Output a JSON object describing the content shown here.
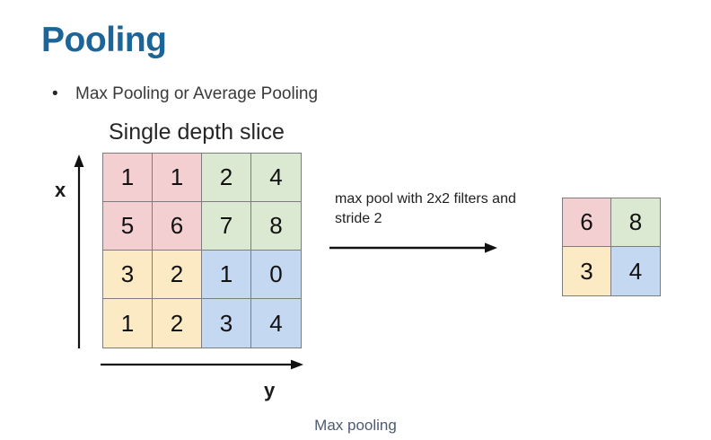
{
  "slide": {
    "title": "Pooling",
    "title_color": "#1b6598",
    "background": "#ffffff",
    "caption": "Max pooling",
    "caption_color": "#4d5b70"
  },
  "bullets": [
    {
      "marker": "•",
      "text": "Max Pooling or Average Pooling"
    }
  ],
  "figure": {
    "heading": "Single depth slice",
    "axis_x_label": "x",
    "axis_y_label": "y",
    "transform_text": "max pool with 2x2 filters and stride 2",
    "arrow_icon": "right-arrow-icon",
    "x_arrow_icon": "up-arrow-icon",
    "y_arrow_icon": "right-arrow-icon"
  },
  "palette": {
    "pink": "#f3cfd2",
    "green": "#dce9d2",
    "yellow": "#fbeac4",
    "blue": "#c5d8f1",
    "border": "#7d7d7d",
    "text": "#111111"
  },
  "chart_data": {
    "type": "heatmap",
    "title": "Single depth slice",
    "xlabel": "y",
    "ylabel": "x",
    "grid": true,
    "legend": "none",
    "annotations": [
      "max pool with 2x2 filters and stride 2",
      "Max pooling"
    ],
    "input": {
      "rows": 4,
      "cols": 4,
      "values": [
        [
          1,
          1,
          2,
          4
        ],
        [
          5,
          6,
          7,
          8
        ],
        [
          3,
          2,
          1,
          0
        ],
        [
          1,
          2,
          3,
          4
        ]
      ],
      "cell_colors": [
        [
          "#f3cfd2",
          "#f3cfd2",
          "#dce9d2",
          "#dce9d2"
        ],
        [
          "#f3cfd2",
          "#f3cfd2",
          "#dce9d2",
          "#dce9d2"
        ],
        [
          "#fbeac4",
          "#fbeac4",
          "#c5d8f1",
          "#c5d8f1"
        ],
        [
          "#fbeac4",
          "#fbeac4",
          "#c5d8f1",
          "#c5d8f1"
        ]
      ]
    },
    "output": {
      "rows": 2,
      "cols": 2,
      "values": [
        [
          6,
          8
        ],
        [
          3,
          4
        ]
      ],
      "cell_colors": [
        [
          "#f3cfd2",
          "#dce9d2"
        ],
        [
          "#fbeac4",
          "#c5d8f1"
        ]
      ]
    },
    "operation": {
      "pool": "max",
      "filter": "2x2",
      "stride": 2
    }
  }
}
